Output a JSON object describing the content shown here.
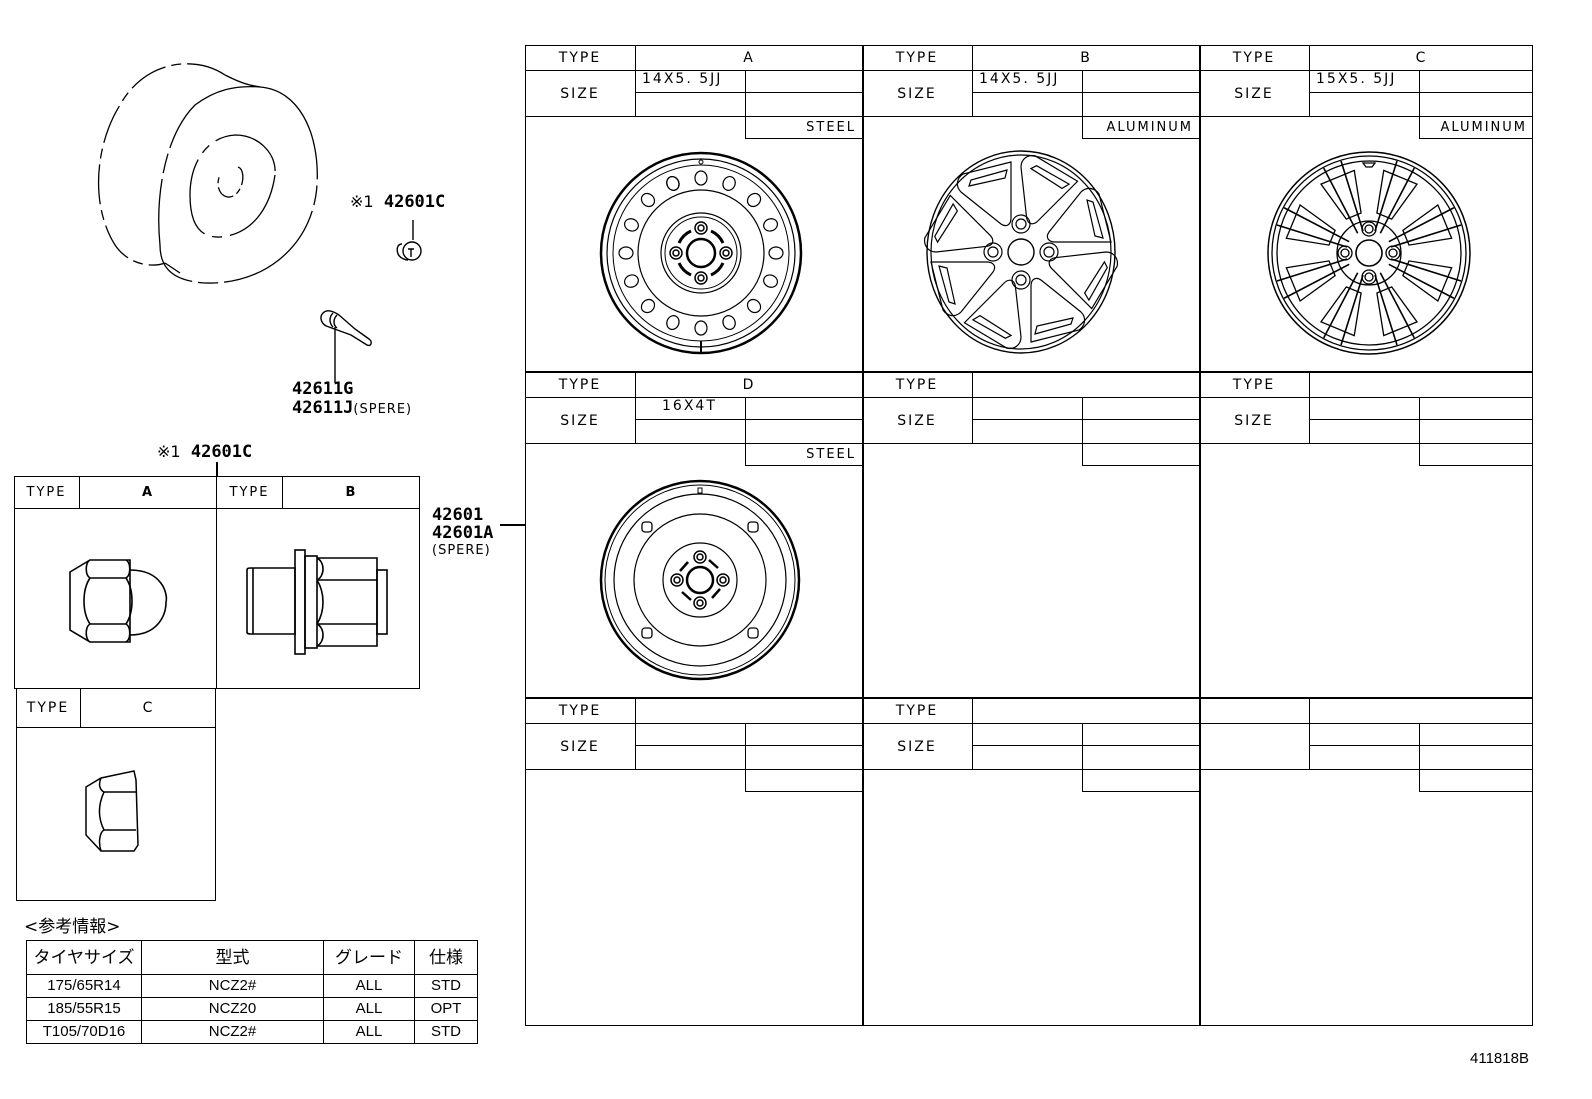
{
  "diagram": {
    "doc_id": "411818B",
    "callouts": {
      "nut_top": {
        "marker": "※1",
        "part": "42601C"
      },
      "valve": {
        "part_1": "42611G",
        "part_2": "42611J",
        "note_2": "(SPERE)"
      },
      "nut_table": {
        "marker": "※1",
        "part": "42601C"
      },
      "wheel": {
        "part_1": "42601",
        "part_2": "42601A",
        "note_2": "(SPERE)"
      }
    },
    "nut_types": [
      {
        "type_label": "TYPE",
        "type": "A"
      },
      {
        "type_label": "TYPE",
        "type": "B"
      },
      {
        "type_label": "TYPE",
        "type": "C"
      }
    ],
    "wheel_grid": [
      {
        "type_label": "TYPE",
        "type": "A",
        "size_label": "SIZE",
        "size": "14X5. 5JJ",
        "material": "STEEL",
        "style": "steel-holes"
      },
      {
        "type_label": "TYPE",
        "type": "B",
        "size_label": "SIZE",
        "size": "14X5. 5JJ",
        "material": "ALUMINUM",
        "style": "alloy-8"
      },
      {
        "type_label": "TYPE",
        "type": "C",
        "size_label": "SIZE",
        "size": "15X5. 5JJ",
        "material": "ALUMINUM",
        "style": "alloy-8-slim"
      },
      {
        "type_label": "TYPE",
        "type": "D",
        "size_label": "SIZE",
        "size": "16X4T",
        "material": "STEEL",
        "style": "steel-spare"
      },
      {
        "type_label": "TYPE",
        "type": "",
        "size_label": "SIZE",
        "size": "",
        "material": "",
        "style": ""
      },
      {
        "type_label": "TYPE",
        "type": "",
        "size_label": "SIZE",
        "size": "",
        "material": "",
        "style": ""
      },
      {
        "type_label": "TYPE",
        "type": "",
        "size_label": "SIZE",
        "size": "",
        "material": "",
        "style": ""
      },
      {
        "type_label": "TYPE",
        "type": "",
        "size_label": "SIZE",
        "size": "",
        "material": "",
        "style": ""
      },
      {
        "type_label": "",
        "type": "",
        "size_label": "",
        "size": "",
        "material": "",
        "style": ""
      }
    ],
    "reference_info": {
      "title": "<参考情報>",
      "headers": [
        "タイヤサイズ",
        "型式",
        "グレード",
        "仕様"
      ],
      "rows": [
        [
          "175/65R14",
          "NCZ2#",
          "ALL",
          "STD"
        ],
        [
          "185/55R15",
          "NCZ20",
          "ALL",
          "OPT"
        ],
        [
          "T105/70D16",
          "NCZ2#",
          "ALL",
          "STD"
        ]
      ]
    }
  }
}
